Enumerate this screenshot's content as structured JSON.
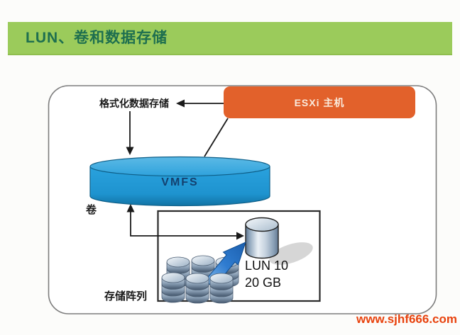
{
  "header": {
    "title": "LUN、卷和数据存储"
  },
  "diagram": {
    "format_datastore_label": "格式化数据存储",
    "esxi_host_label": "ESXi 主机",
    "vmfs_label": "VMFS",
    "volume_label": "卷",
    "lun_line1": "LUN 10",
    "lun_line2": "20 GB",
    "storage_array_label": "存储阵列"
  },
  "watermark": {
    "text": "www.sjhf666.com"
  },
  "colors": {
    "header-bg": "#9BCB5B",
    "header-text": "#1E6F4F",
    "esxi-bg": "#E2612B",
    "esxi-text": "#FAEBDD",
    "vmfs-blue": "#1E96D3",
    "vmfs-text": "#14406E",
    "watermark-red": "#E8420D",
    "line-color": "#1A1A1A"
  }
}
